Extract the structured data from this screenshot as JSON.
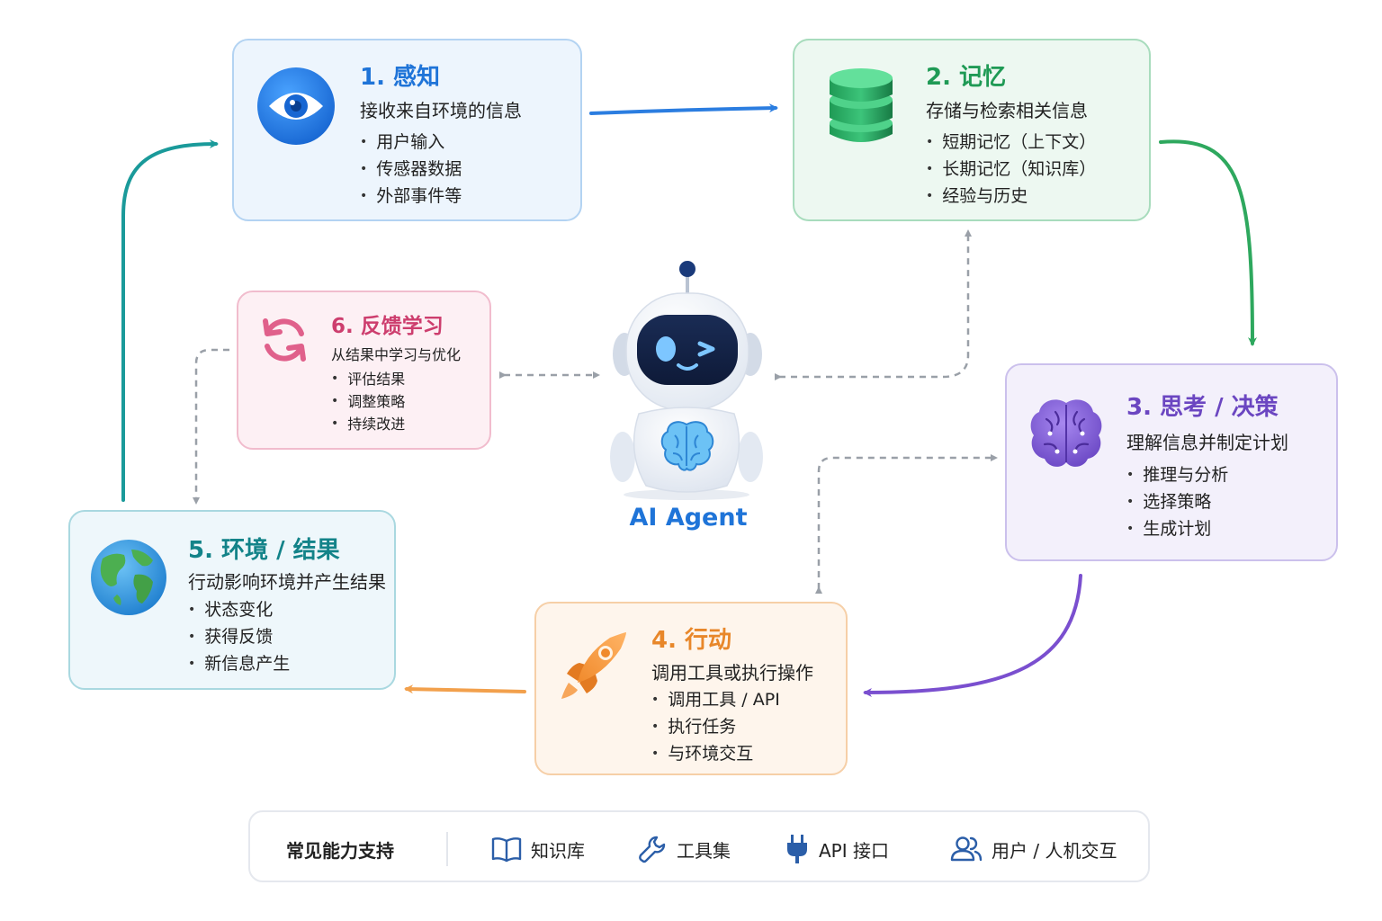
{
  "center": {
    "label": "AI Agent"
  },
  "cards": {
    "perception": {
      "title": "1. 感知",
      "desc": "接收来自环境的信息",
      "items": [
        "用户输入",
        "传感器数据",
        "外部事件等"
      ]
    },
    "memory": {
      "title": "2. 记忆",
      "desc": "存储与检索相关信息",
      "items": [
        "短期记忆（上下文）",
        "长期记忆（知识库）",
        "经验与历史"
      ]
    },
    "thinking": {
      "title": "3. 思考 / 决策",
      "desc": "理解信息并制定计划",
      "items": [
        "推理与分析",
        "选择策略",
        "生成计划"
      ]
    },
    "action": {
      "title": "4. 行动",
      "desc": "调用工具或执行操作",
      "items": [
        "调用工具 / API",
        "执行任务",
        "与环境交互"
      ]
    },
    "environment": {
      "title": "5. 环境 / 结果",
      "desc": "行动影响环境并产生结果",
      "items": [
        "状态变化",
        "获得反馈",
        "新信息产生"
      ]
    },
    "feedback": {
      "title": "6. 反馈学习",
      "desc": "从结果中学习与优化",
      "items": [
        "评估结果",
        "调整策略",
        "持续改进"
      ]
    }
  },
  "capabilities": {
    "title": "常见能力支持",
    "items": [
      {
        "label": "知识库",
        "icon": "book-icon"
      },
      {
        "label": "工具集",
        "icon": "wrench-icon"
      },
      {
        "label": "API 接口",
        "icon": "plug-icon"
      },
      {
        "label": "用户 / 人机交互",
        "icon": "users-icon"
      }
    ]
  },
  "colors": {
    "perception": "#1f74d8",
    "memory": "#1f9a55",
    "thinking": "#6b46c1",
    "action": "#e8872a",
    "environment": "#138389",
    "feedback": "#cd3e6e"
  }
}
